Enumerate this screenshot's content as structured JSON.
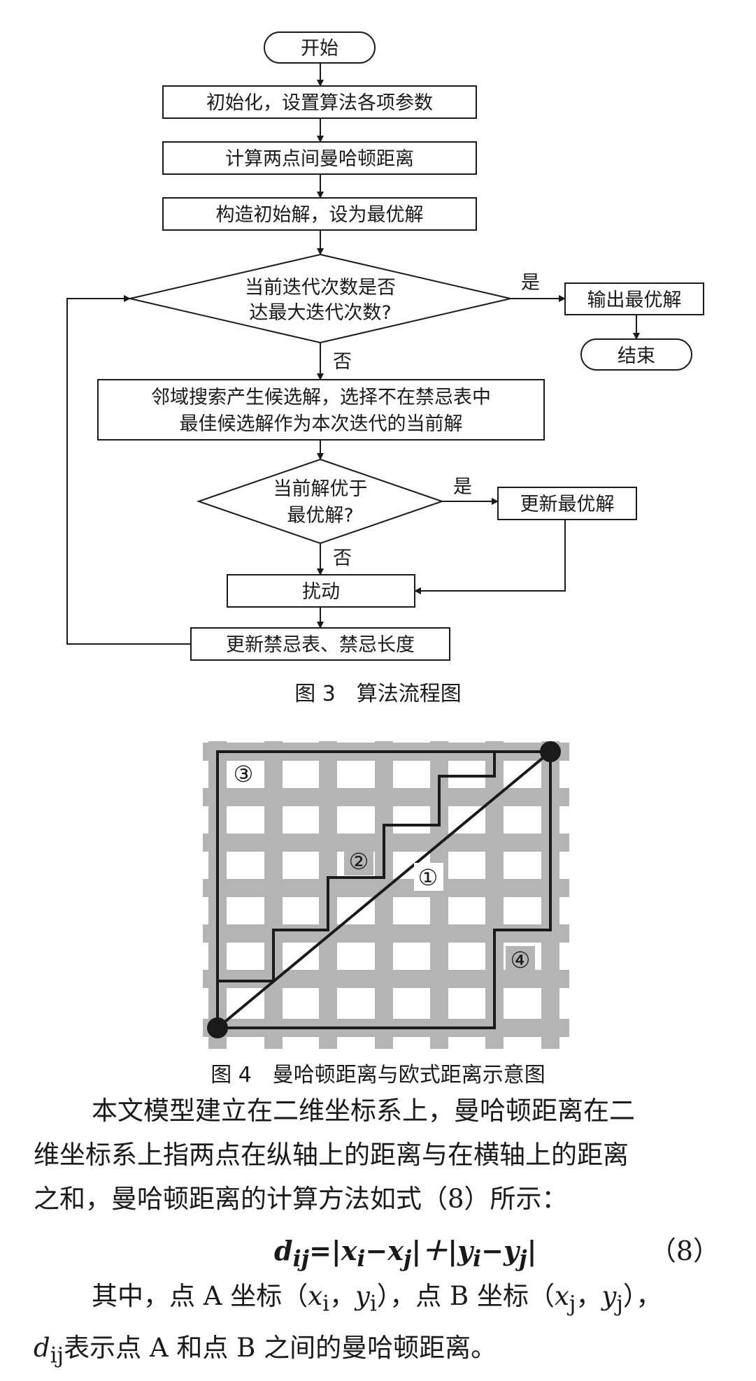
{
  "figure3": {
    "nodes": {
      "start": "开始",
      "init": "初始化，设置算法各项参数",
      "calc": "计算两点间曼哈顿距离",
      "construct": "构造初始解，设为最优解",
      "cond1_line1": "当前迭代次数是否",
      "cond1_line2": "达最大迭代次数?",
      "output": "输出最优解",
      "end": "结束",
      "search_line1": "邻域搜索产生候选解，选择不在禁忌表中",
      "search_line2": "最佳候选解作为本次迭代的当前解",
      "cond2_line1": "当前解优于",
      "cond2_line2": "最优解?",
      "update_best": "更新最优解",
      "perturb": "扰动",
      "update_tabu": "更新禁忌表、禁忌长度"
    },
    "labels": {
      "yes1": "是",
      "no1": "否",
      "yes2": "是",
      "no2": "否"
    },
    "caption": "图 3　算法流程图"
  },
  "figure4": {
    "labels": {
      "p1": "①",
      "p2": "②",
      "p3": "③",
      "p4": "④"
    },
    "caption": "图 4　曼哈顿距离与欧式距离示意图",
    "grid_color": "#b4b4b4",
    "path_color": "#1a1a1a"
  },
  "text": {
    "para1_line1": "本文模型建立在二维坐标系上，曼哈顿距离在二",
    "para1_line2": "维坐标系上指两点在纵轴上的距离与在横轴上的距离",
    "para1_line3": "之和，曼哈顿距离的计算方法如式（8）所示：",
    "formula": {
      "d": "d",
      "d_sub": "ij",
      "eq": "=|",
      "x1": "x",
      "x1_sub": "i",
      "minus1": "−",
      "x2": "x",
      "x2_sub": "j",
      "plus": "|＋|",
      "y1": "y",
      "y1_sub": "i",
      "minus2": "−",
      "y2": "y",
      "y2_sub": "j",
      "close": "|",
      "number": "（8）"
    },
    "para2": {
      "a": "其中，点 A 坐标（",
      "xi": "x",
      "xi_sub": "i",
      "b": "，",
      "yi": "y",
      "yi_sub": "i",
      "c": "），点 B 坐标（",
      "xj": "x",
      "xj_sub": "j",
      "d": "，",
      "yj": "y",
      "yj_sub": "j",
      "e": "），",
      "dij": "d",
      "dij_sub": "ij",
      "f": "表示点 A 和点 B 之间的曼哈顿距离。"
    }
  }
}
